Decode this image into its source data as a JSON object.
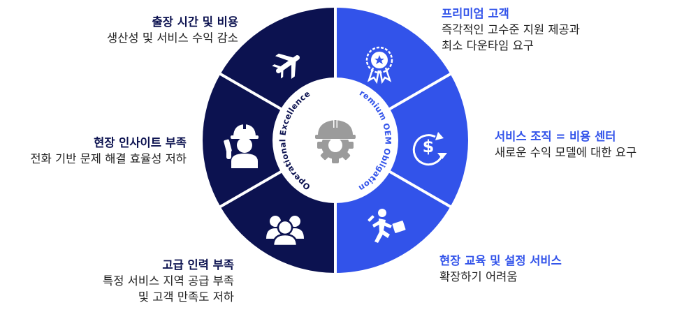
{
  "colors": {
    "navy": "#0c1250",
    "blue": "#3253ea",
    "hub": "#ffffff",
    "hub_icon": "#9b9b9b",
    "divider": "#ffffff"
  },
  "hub": {
    "left_arc_text": "Operational Excellence",
    "right_arc_text": "Premium OEM Obligations",
    "icon": "gear-hardhat-icon"
  },
  "segments": [
    {
      "side": "left",
      "icon": "airplane-icon",
      "title": "출장 시간 및 비용",
      "lines": [
        "생산성 및 서비스 수익 감소"
      ]
    },
    {
      "side": "left",
      "icon": "worker-phone-icon",
      "title": "현장 인사이트 부족",
      "lines": [
        "전화 기반 문제 해결 효율성 저하"
      ]
    },
    {
      "side": "left",
      "icon": "people-group-icon",
      "title": "고급 인력 부족",
      "lines": [
        "특정 서비스 지역 공급 부족",
        "및 고객 만족도 저하"
      ]
    },
    {
      "side": "right",
      "icon": "award-ribbon-icon",
      "title": "프리미엄 고객",
      "lines": [
        "즉각적인 고수준 지원 제공과",
        "최소 다운타임 요구"
      ]
    },
    {
      "side": "right",
      "icon": "dollar-cycle-icon",
      "title": "서비스 조직 = 비용 센터",
      "lines": [
        "새로운 수익 모델에 대한 요구"
      ]
    },
    {
      "side": "right",
      "icon": "technician-running-icon",
      "title": "현장 교육 및 설정 서비스",
      "lines": [
        "확장하기 어려움"
      ]
    }
  ]
}
